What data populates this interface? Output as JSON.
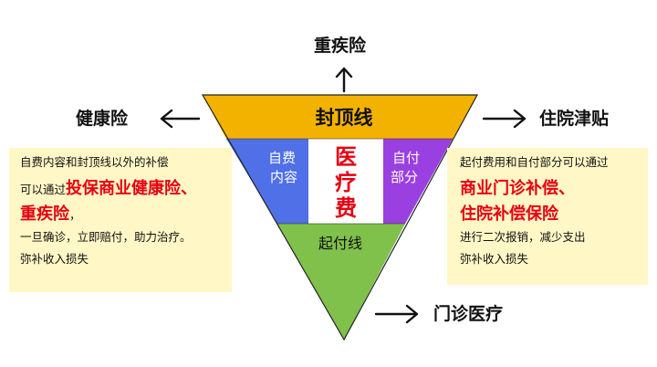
{
  "labels": {
    "top": "重疾险",
    "left": "健康险",
    "right": "住院津贴",
    "bottom": "门诊医疗"
  },
  "funnel": {
    "cap_line": "封顶线",
    "left_segment": [
      "自费",
      "内容"
    ],
    "center_segment": [
      "医",
      "疗",
      "费"
    ],
    "right_segment": [
      "自付",
      "部分"
    ],
    "deductible_line": "起付线"
  },
  "left_panel": {
    "line1": "自费内容和封顶线以外的补偿",
    "line2_prefix": "可以通过",
    "line2_highlight": "投保商业健康险、",
    "line3_highlight": "重疾险",
    "line3_suffix": "，",
    "line4": "一旦确诊，立即赔付，助力治疗。",
    "line5": "弥补收入损失"
  },
  "right_panel": {
    "line1": "起付费用和自付部分可以通过",
    "line2_highlight": "商业门诊补偿、",
    "line3_highlight": "住院补偿保险",
    "line4": "进行二次报销，减少支出",
    "line5": "弥补收入损失"
  },
  "colors": {
    "orange": "#f4b200",
    "blue": "#4f70e6",
    "purple": "#9a3fe0",
    "green": "#7fc14b",
    "red": "#e60012",
    "panel": "#fff7c6"
  }
}
